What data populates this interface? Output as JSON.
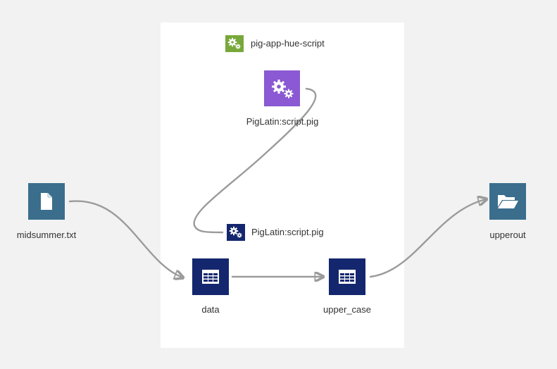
{
  "colors": {
    "background": "#f2f2f3",
    "group_background": "#ffffff",
    "edge": "#9b9b9b",
    "file_node": "#3a6e8c",
    "dataset_node": "#14276e",
    "process_node": "#8a59d3",
    "group_icon": "#78a83a",
    "label_text": "#333333"
  },
  "group": {
    "title": "pig-app-hue-script",
    "icon": "gears-icon"
  },
  "nodes": {
    "input_file": {
      "label": "midsummer.txt",
      "icon": "file-icon"
    },
    "script_process": {
      "label": "PigLatin:script.pig",
      "icon": "gears-icon"
    },
    "script_ref": {
      "label": "PigLatin:script.pig",
      "icon": "gears-icon"
    },
    "data": {
      "label": "data",
      "icon": "table-icon"
    },
    "upper_case": {
      "label": "upper_case",
      "icon": "table-icon"
    },
    "output_folder": {
      "label": "upperout",
      "icon": "folder-open-icon"
    }
  }
}
